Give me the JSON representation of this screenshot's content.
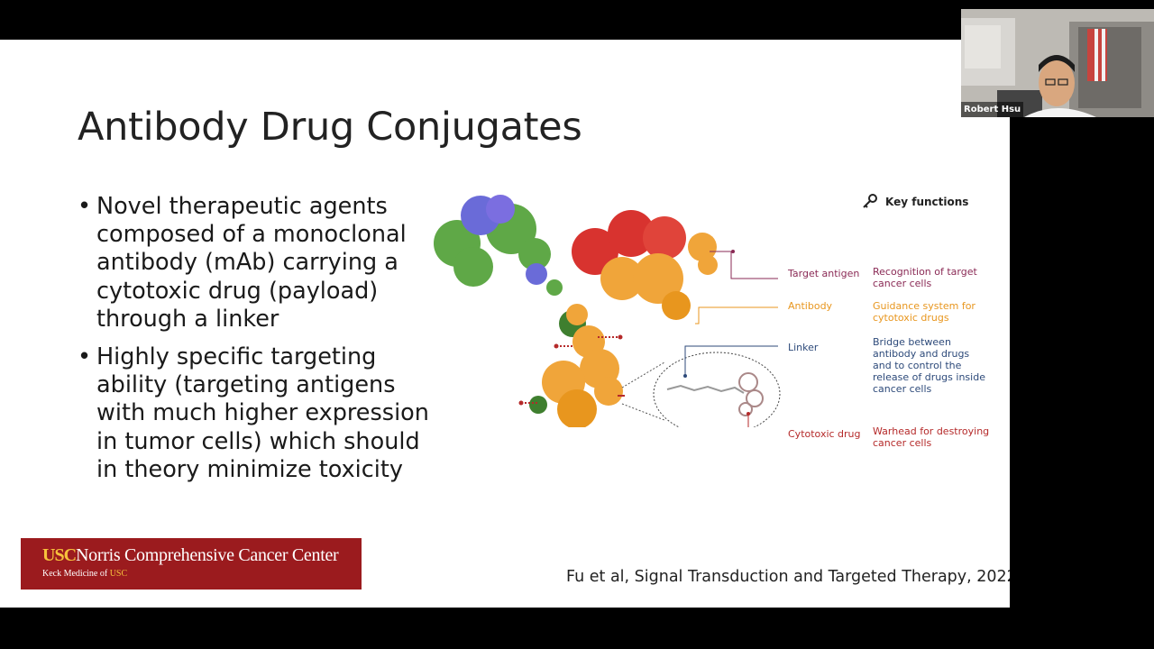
{
  "slide": {
    "title": "Antibody Drug Conjugates",
    "bullets": [
      {
        "marker": "•",
        "text": "Novel therapeutic agents composed of a monoclonal antibody (mAb) carrying a cytotoxic drug (payload) through a linker"
      },
      {
        "marker": "•",
        "text": "Highly specific targeting ability (targeting antigens with much higher expression in tumor cells) which should in theory minimize toxicity"
      }
    ],
    "citation": "Fu et al, Signal Transduction and Targeted Therapy, 2022",
    "logo": {
      "usc": "USC",
      "name": "Norris Comprehensive Cancer Center",
      "sub_prefix": "Keck Medicine of ",
      "sub_usc": "USC"
    },
    "figure": {
      "key_title": "Key functions",
      "labels": [
        {
          "label": "Target antigen",
          "desc": "Recognition of target cancer cells",
          "color": "#8a2a55"
        },
        {
          "label": "Antibody",
          "desc": "Guidance system for cytotoxic drugs",
          "color": "#e8961e"
        },
        {
          "label": "Linker",
          "desc": "Bridge between antibody and drugs and to control the release of drugs inside cancer cells",
          "color": "#2d4a7a"
        },
        {
          "label": "Cytotoxic drug",
          "desc": "Warhead for destroying cancer cells",
          "color": "#b52a2a"
        }
      ]
    }
  },
  "participant": {
    "name": "Robert Hsu"
  },
  "colors": {
    "logo_bg": "#9b1b1e",
    "logo_accent": "#f7c23c",
    "antibody": "#f0a53a",
    "antigen": "#d8332f",
    "light_chain": "#5fa847",
    "linker_green": "#3f7f2f",
    "variable": "#6a6bd8"
  }
}
